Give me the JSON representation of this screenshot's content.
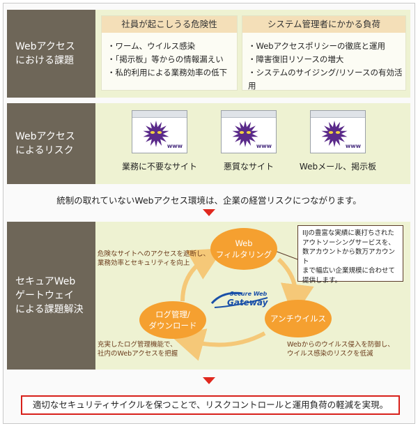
{
  "sections": {
    "issues": {
      "label": "Webアクセス\nにおける課題",
      "employee_risk": {
        "heading": "社員が起こしうる危険性",
        "items": [
          "ワーム、ウイルス感染",
          "「掲示板」等からの情報漏えい",
          "私的利用による業務効率の低下"
        ]
      },
      "admin_burden": {
        "heading": "システム管理者にかかる負荷",
        "items": [
          "Webアクセスポリシーの徹底と運用",
          "障害復旧リソースの増大",
          "システムのサイジング/リソースの有効活用"
        ]
      }
    },
    "risks": {
      "label": "Webアクセス\nによるリスク",
      "sites": [
        {
          "caption": "業務に不要なサイト",
          "www": "www"
        },
        {
          "caption": "悪質なサイト",
          "www": "www"
        },
        {
          "caption": "Webメール、掲示板",
          "www": "www"
        }
      ]
    },
    "statement": "統制の取れていないWebアクセス環境は、企業の経営リスクにつながります。",
    "solution": {
      "label": "セキュアWeb\nゲートウェイ\nによる課題解決",
      "cycle": {
        "filtering": "Web\nフィルタリング",
        "antivirus": "アンチウイルス",
        "log": "ログ管理/\nダウンロード"
      },
      "notes": {
        "filtering": "危険なサイトへのアクセスを遮断し、\n業務効率とセキュリティを向上",
        "log": "充実したログ管理機能で、\n社内のWebアクセスを把握",
        "antivirus": "Webからのウイルス侵入を防御し、\nウイルス感染のリスクを低減"
      },
      "callout": "IIJの豊富な実績に裏打ちされた\nアウトソーシングサービスを、\n数アカウントから数万アカウント\nまで幅広い企業規模に合わせて\n提供します。",
      "logo": {
        "line1": "Secure Web",
        "line2": "Gateway"
      }
    },
    "conclusion": "適切なセキュリティサイクルを保つことで、リスクコントロールと運用負荷の軽減を実現。"
  },
  "colors": {
    "label_bg": "#6e6658",
    "content_bg": "#eef2d2",
    "bubble": "#f5a030",
    "arrow": "#e0281e",
    "virus": "#5a2a8a"
  }
}
